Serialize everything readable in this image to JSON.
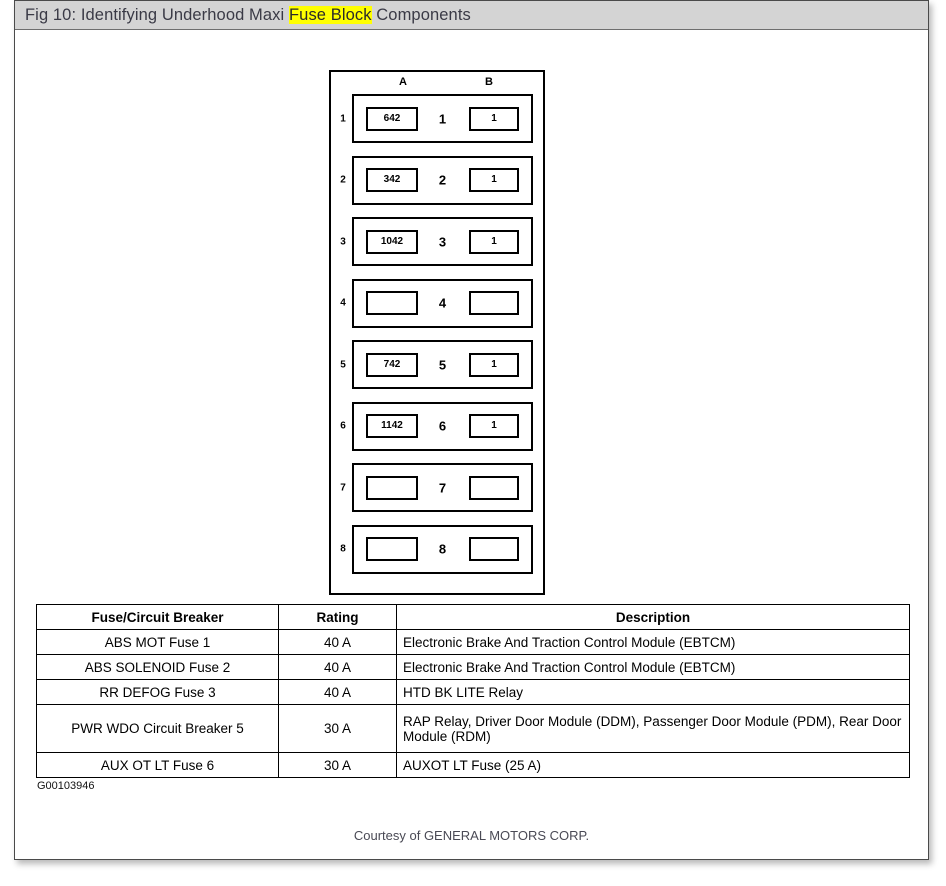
{
  "title": {
    "prefix": "Fig 10: Identifying Underhood Maxi ",
    "highlight": "Fuse Block",
    "suffix": " Components"
  },
  "diagram": {
    "name": "underhood-maxi-fuse-block",
    "column_headers": {
      "a": "A",
      "b": "B"
    },
    "rows": [
      {
        "index": "1",
        "a": "642",
        "center": "1",
        "b": "1"
      },
      {
        "index": "2",
        "a": "342",
        "center": "2",
        "b": "1"
      },
      {
        "index": "3",
        "a": "1042",
        "center": "3",
        "b": "1"
      },
      {
        "index": "4",
        "a": "",
        "center": "4",
        "b": ""
      },
      {
        "index": "5",
        "a": "742",
        "center": "5",
        "b": "1"
      },
      {
        "index": "6",
        "a": "1142",
        "center": "6",
        "b": "1"
      },
      {
        "index": "7",
        "a": "",
        "center": "7",
        "b": ""
      },
      {
        "index": "8",
        "a": "",
        "center": "8",
        "b": ""
      }
    ]
  },
  "table": {
    "headers": [
      "Fuse/Circuit Breaker",
      "Rating",
      "Description"
    ],
    "rows": [
      {
        "fuse": "ABS MOT Fuse 1",
        "rating": "40 A",
        "description": "Electronic Brake And Traction Control Module (EBTCM)",
        "tall": false
      },
      {
        "fuse": "ABS SOLENOID Fuse 2",
        "rating": "40 A",
        "description": "Electronic Brake And Traction Control Module (EBTCM)",
        "tall": false
      },
      {
        "fuse": "RR DEFOG Fuse 3",
        "rating": "40 A",
        "description": "HTD BK LITE Relay",
        "tall": false
      },
      {
        "fuse": "PWR WDO Circuit Breaker 5",
        "rating": "30 A",
        "description": "RAP Relay, Driver Door Module (DDM), Passenger Door Module (PDM), Rear Door Module (RDM)",
        "tall": true
      },
      {
        "fuse": "AUX OT LT Fuse 6",
        "rating": "30 A",
        "description": "AUXOT LT Fuse (25 A)",
        "tall": false
      }
    ]
  },
  "figure_id": "G00103946",
  "courtesy": "Courtesy of GENERAL MOTORS CORP.",
  "colors": {
    "title_bar_bg": "#d4d4d4",
    "highlight": "#ffff00",
    "page_bg": "#ffffff",
    "ink": "#000000"
  }
}
